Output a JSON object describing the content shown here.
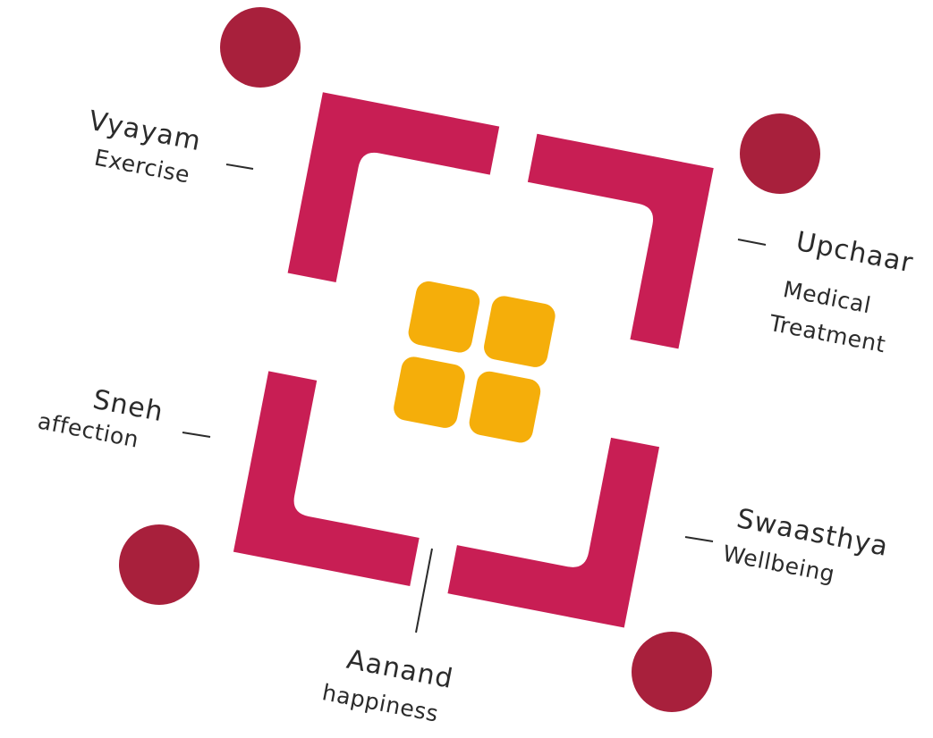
{
  "colors": {
    "bracket": "#c81e54",
    "dot": "#a8203c",
    "center": "#f5ae0a",
    "text": "#2b2b2b",
    "background": "#ffffff"
  },
  "center": {
    "icon": "grid-four-squares-icon"
  },
  "labels": {
    "vyayam": {
      "title": "Vyayam",
      "subtitle": "Exercise"
    },
    "upchaar": {
      "title": "Upchaar",
      "subtitle_line1": "Medical",
      "subtitle_line2": "Treatment"
    },
    "sneh": {
      "title": "Sneh",
      "subtitle": "affection"
    },
    "swaasthya": {
      "title": "Swaasthya",
      "subtitle": "Wellbeing"
    },
    "aanand": {
      "title": "Aanand",
      "subtitle": "happiness"
    }
  }
}
